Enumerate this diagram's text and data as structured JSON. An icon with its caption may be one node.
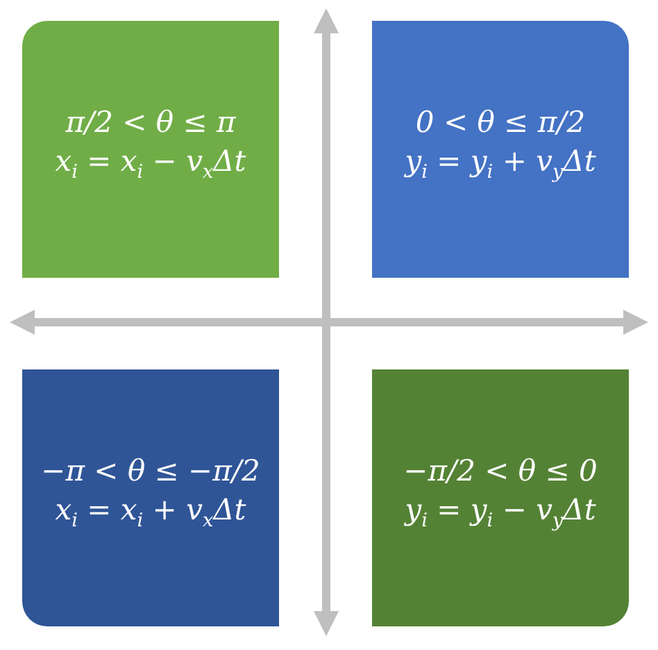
{
  "diagram": {
    "nodes": [
      {
        "text": [
          "π/2 < θ ≤ π",
          "x$_{i}$ = x$_{i}$ − v$_{x}$Δt"
        ]
      },
      {
        "text": [
          "0 < θ ≤ π/2",
          "y$_{i}$ = y$_{i}$ + v$_{y}$Δt"
        ]
      },
      {
        "text": [
          "−π < θ ≤ −π/2",
          "x$_{i}$ = x$_{i}$ + v$_{x}$Δt"
        ]
      },
      {
        "text": [
          "−π/2 < θ ≤ 0",
          "y$_{i}$ = y$_{i}$ − v$_{y}$Δt"
        ]
      }
    ]
  }
}
